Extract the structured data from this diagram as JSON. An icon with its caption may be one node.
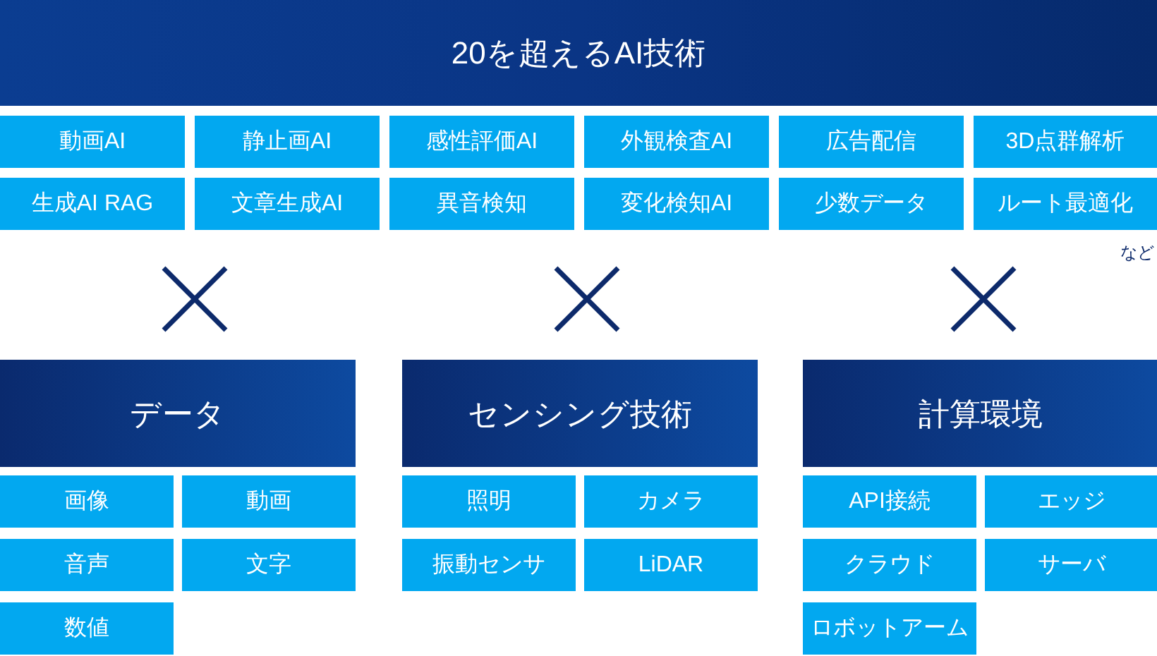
{
  "diagram": {
    "nodes": [
      {
        "text": [
          "20を超えるAI技術"
        ]
      },
      {
        "text": [
          "動画AI"
        ]
      },
      {
        "text": [
          "静止画AI"
        ]
      },
      {
        "text": [
          "感性評価AI"
        ]
      },
      {
        "text": [
          "外観検査AI"
        ]
      },
      {
        "text": [
          "広告配信"
        ]
      },
      {
        "text": [
          "3D点群解析"
        ]
      },
      {
        "text": [
          "生成AI RAG"
        ]
      },
      {
        "text": [
          "文章生成AI"
        ]
      },
      {
        "text": [
          "異音検知"
        ]
      },
      {
        "text": [
          "変化検知AI"
        ]
      },
      {
        "text": [
          "少数データ"
        ]
      },
      {
        "text": [
          "ルート最適化"
        ]
      },
      {
        "text": [
          "データ"
        ]
      },
      {
        "text": [
          "画像"
        ]
      },
      {
        "text": [
          "動画"
        ]
      },
      {
        "text": [
          "音声"
        ]
      },
      {
        "text": [
          "文字"
        ]
      },
      {
        "text": [
          "数値"
        ]
      },
      {
        "text": [
          "センシング技術"
        ]
      },
      {
        "text": [
          "照明"
        ]
      },
      {
        "text": [
          "カメラ"
        ]
      },
      {
        "text": [
          "振動センサ"
        ]
      },
      {
        "text": [
          "LiDAR"
        ]
      },
      {
        "text": [
          "計算環境"
        ]
      },
      {
        "text": [
          "API接続"
        ]
      },
      {
        "text": [
          "エッジ"
        ]
      },
      {
        "text": [
          "クラウド"
        ]
      },
      {
        "text": [
          "サーバ"
        ]
      },
      {
        "text": [
          "ロボットアーム"
        ]
      }
    ],
    "edges": [],
    "labels": [
      "など"
    ]
  }
}
